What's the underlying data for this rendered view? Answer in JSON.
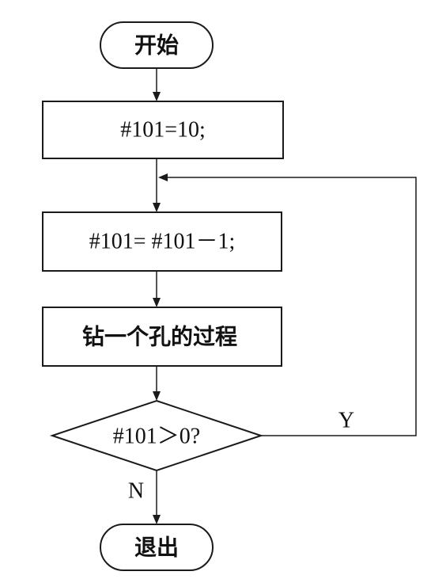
{
  "nodes": {
    "start": "开始",
    "init": "#101=10;",
    "decrement": "#101= #101－1;",
    "drill": "钻一个孔的过程",
    "condition": "#101＞0?",
    "exit": "退出"
  },
  "branches": {
    "yes": "Y",
    "no": "N"
  },
  "colors": {
    "stroke": "#1a1a1a",
    "text": "#111111",
    "background": "#ffffff"
  }
}
